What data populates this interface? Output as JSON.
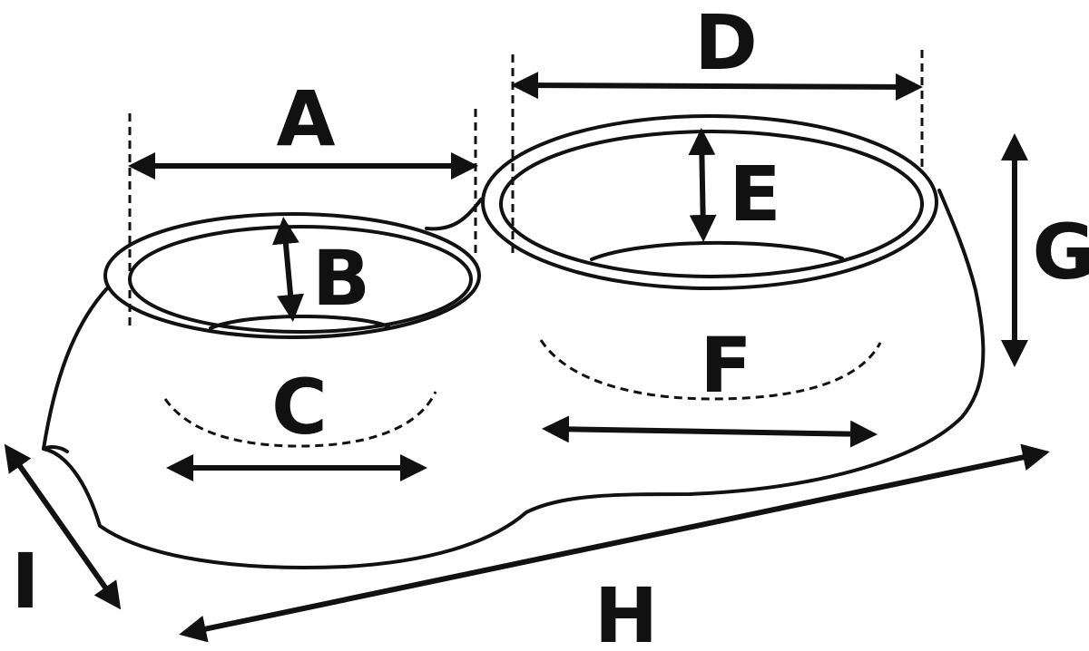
{
  "diagram": {
    "colors": {
      "line": "#111111",
      "background": "#ffffff"
    },
    "labels": {
      "A": "A",
      "B": "B",
      "C": "C",
      "D": "D",
      "E": "E",
      "F": "F",
      "G": "G",
      "H": "H",
      "I": "I"
    }
  }
}
